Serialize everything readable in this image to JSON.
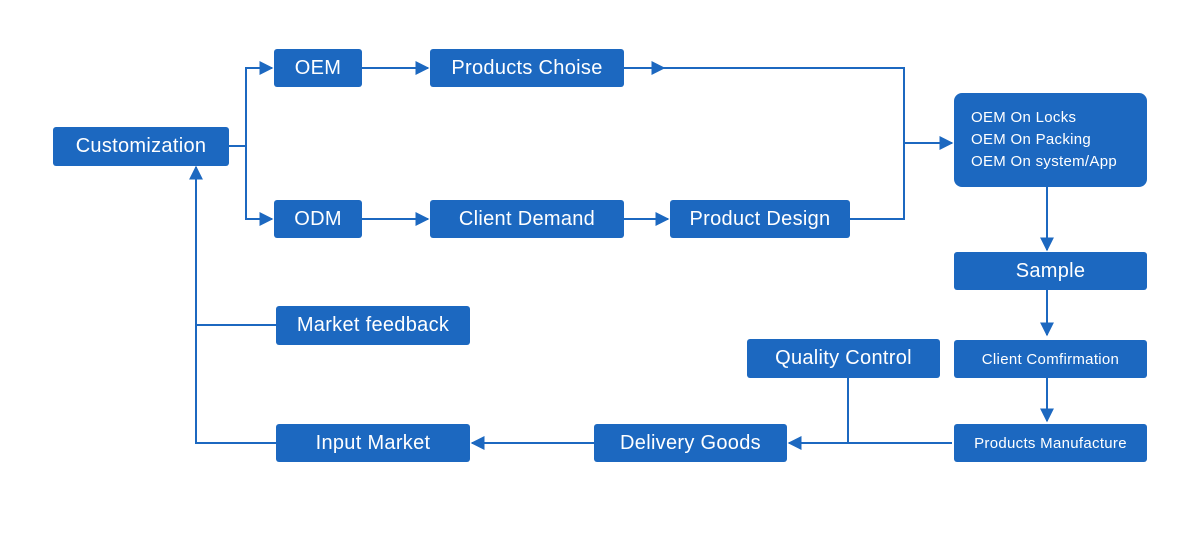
{
  "colors": {
    "node_fill": "#1c68c0",
    "connector": "#1c68c0",
    "background": "#ffffff"
  },
  "nodes": {
    "customization": "Customization",
    "oem": "OEM",
    "products_choise": "Products Choise",
    "odm": "ODM",
    "client_demand": "Client Demand",
    "product_design": "Product Design",
    "oem_options": [
      "OEM On Locks",
      "OEM On Packing",
      "OEM On system/App"
    ],
    "sample": "Sample",
    "client_confirmation": "Client Comfirmation",
    "products_manufacture": "Products Manufacture",
    "quality_control": "Quality Control",
    "delivery_goods": "Delivery Goods",
    "input_market": "Input Market",
    "market_feedback": "Market feedback"
  }
}
